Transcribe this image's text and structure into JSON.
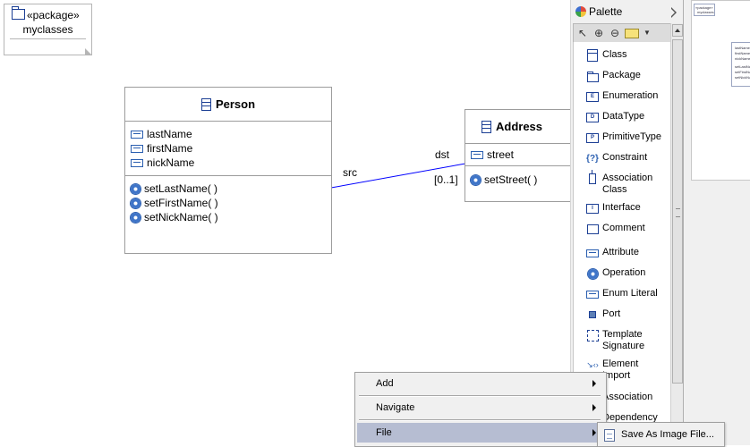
{
  "package": {
    "stereotype": "«package»",
    "name": "myclasses"
  },
  "person": {
    "name": "Person",
    "attributes": [
      "lastName",
      "firstName",
      "nickName"
    ],
    "operations": [
      "setLastName( )",
      "setFirstName( )",
      "setNickName( )"
    ]
  },
  "address": {
    "name": "Address",
    "attributes": [
      "street"
    ],
    "operations": [
      "setStreet( )"
    ]
  },
  "association": {
    "src_label": "src",
    "dst_label": "dst",
    "multiplicity": "[0..1]",
    "color": "#0000ff"
  },
  "palette": {
    "title": "Palette",
    "items": [
      {
        "label": "Class",
        "icon": "class-icon"
      },
      {
        "label": "Package",
        "icon": "package-icon"
      },
      {
        "label": "Enumeration",
        "icon": "enumeration-icon"
      },
      {
        "label": "DataType",
        "icon": "datatype-icon"
      },
      {
        "label": "PrimitiveType",
        "icon": "primitivetype-icon"
      },
      {
        "label": "Constraint",
        "icon": "constraint-icon"
      },
      {
        "label": "Association Class",
        "icon": "association-class-icon"
      },
      {
        "label": "Interface",
        "icon": "interface-icon"
      },
      {
        "label": "Comment",
        "icon": "comment-icon"
      },
      {
        "label": "Attribute",
        "icon": "attribute-icon"
      },
      {
        "label": "Operation",
        "icon": "operation-icon"
      },
      {
        "label": "Enum Literal",
        "icon": "enum-literal-icon"
      },
      {
        "label": "Port",
        "icon": "port-icon"
      },
      {
        "label": "Template Signature",
        "icon": "template-signature-icon"
      },
      {
        "label": "Element Import",
        "icon": "element-import-icon"
      },
      {
        "label": "Association",
        "icon": "association-icon"
      },
      {
        "label": "Dependency",
        "icon": "dependency-icon"
      }
    ]
  },
  "outline": {
    "lines": [
      "«package»",
      "myclasses",
      "lastName",
      "firstName",
      "nickName",
      "setLastName",
      "setFirstName",
      "setNickName"
    ]
  },
  "context_menu": {
    "items": [
      {
        "label": "Add",
        "has_submenu": true
      },
      {
        "label": "Navigate",
        "has_submenu": true
      },
      {
        "label": "File",
        "has_submenu": true,
        "highlighted": true
      }
    ],
    "highlight_color": "#b6bdd2"
  },
  "file_submenu": {
    "items": [
      {
        "label": "Save As Image File..."
      }
    ]
  }
}
